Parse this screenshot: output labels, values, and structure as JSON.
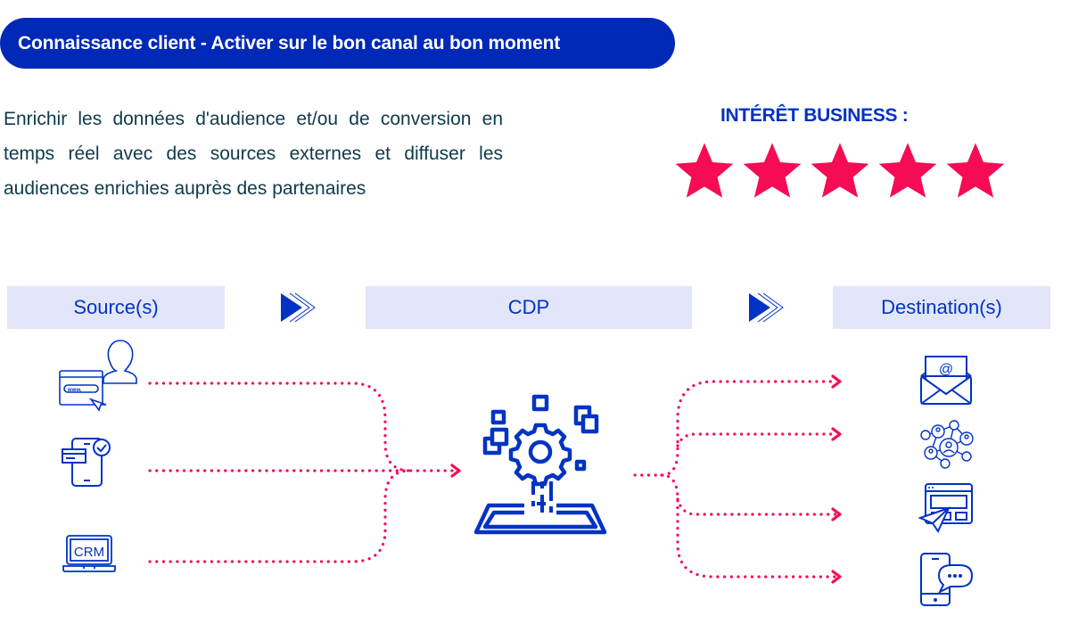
{
  "header": {
    "title": "Connaissance client - Activer sur le bon canal au bon moment"
  },
  "description": "Enrichir les données d'audience et/ou de conversion en temps réel avec des sources externes et diffuser les audiences enrichies auprès des partenaires",
  "interest": {
    "label": "INTÉRÊT BUSINESS :",
    "rating": 5,
    "max": 5,
    "star_color": "#f50c55"
  },
  "flow": {
    "columns": [
      {
        "label": "Source(s)"
      },
      {
        "label": "CDP"
      },
      {
        "label": "Destination(s)"
      }
    ],
    "sources": [
      {
        "icon": "web-user-browser-icon"
      },
      {
        "icon": "mobile-payment-check-icon"
      },
      {
        "icon": "crm-laptop-icon",
        "text": "CRM"
      }
    ],
    "hub": {
      "icon": "cdp-gear-platform-icon"
    },
    "destinations": [
      {
        "icon": "email-envelope-icon",
        "text": "@"
      },
      {
        "icon": "social-network-icon"
      },
      {
        "icon": "web-send-paper-plane-icon"
      },
      {
        "icon": "mobile-chat-icon"
      }
    ]
  },
  "colors": {
    "brand_blue": "#0029b8",
    "header_bg": "#e3e6fb",
    "accent_pink": "#f50c55",
    "text_dark": "#0f3a4a"
  }
}
